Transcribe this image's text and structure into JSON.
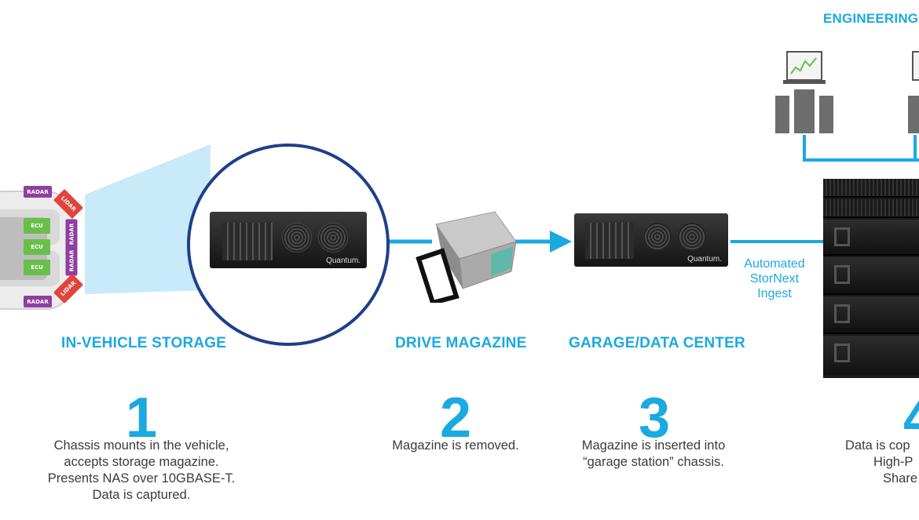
{
  "steps": [
    {
      "heading": "IN-VEHICLE STORAGE",
      "number": "1",
      "desc": [
        "Chassis mounts in the vehicle,",
        "accepts storage magazine.",
        "Presents NAS over 10GBASE-T.",
        "Data is captured."
      ]
    },
    {
      "heading": "DRIVE MAGAZINE",
      "number": "2",
      "desc": [
        "Magazine is removed."
      ]
    },
    {
      "heading": "GARAGE/DATA CENTER",
      "number": "3",
      "desc": [
        "Magazine is inserted into",
        "“garage station” chassis."
      ]
    },
    {
      "heading": "",
      "number": "4",
      "desc": [
        "Data is cop",
        "High-P",
        "Share"
      ]
    }
  ],
  "engineering_heading": "ENGINEERING",
  "ingest_note": [
    "Automated",
    "StorNext",
    "Ingest"
  ],
  "brand": "Quantum.",
  "vehicle_labels": {
    "radar": "RADAR",
    "lidar": "LIDAR",
    "ecu": "ECU"
  },
  "colors": {
    "accent": "#1ba9e1",
    "radar": "#8e3fa0",
    "lidar": "#e0453c",
    "ecu": "#6abf4b",
    "text": "#3b3b3b"
  }
}
